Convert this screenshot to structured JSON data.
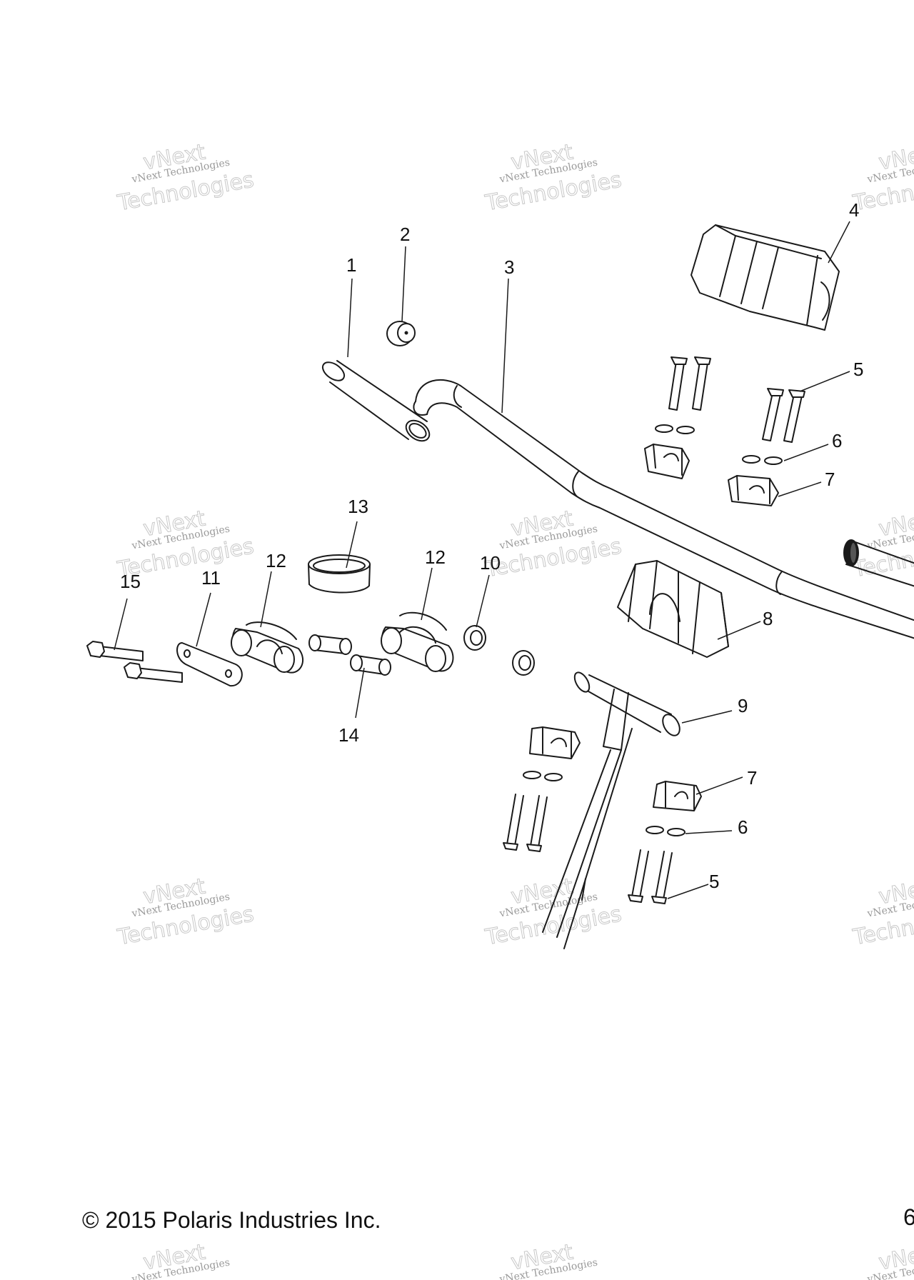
{
  "callouts": {
    "c1": "1",
    "c2": "2",
    "c3": "3",
    "c4": "4",
    "c5a": "5",
    "c5b": "5",
    "c6a": "6",
    "c6b": "6",
    "c7a": "7",
    "c7b": "7",
    "c8": "8",
    "c9": "9",
    "c10": "10",
    "c11": "11",
    "c12a": "12",
    "c12b": "12",
    "c13": "13",
    "c14": "14",
    "c15": "15"
  },
  "watermark": {
    "line1": "vNext Technologies",
    "line2": "Technologies",
    "arc": "vNext"
  },
  "footer": {
    "copyright": "© 2015 Polaris Industries Inc.",
    "page_number": "6"
  }
}
